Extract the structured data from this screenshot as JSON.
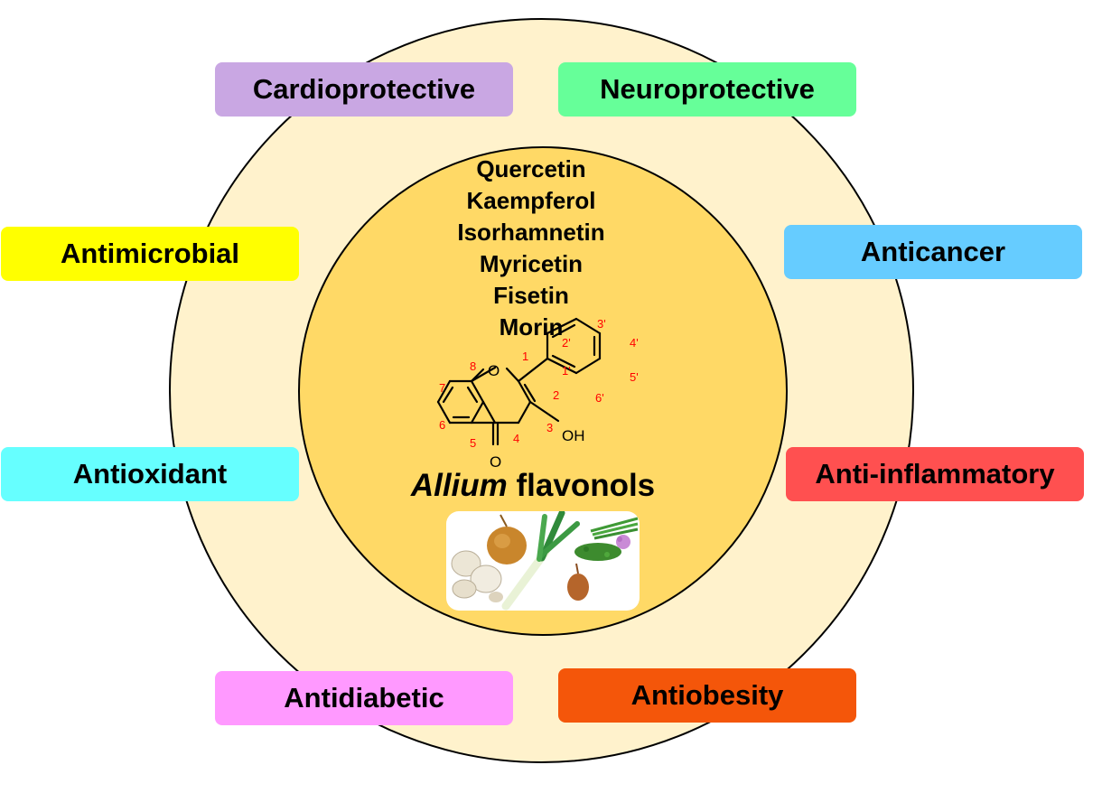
{
  "activities": {
    "cardioprotective": {
      "label": "Cardioprotective",
      "color": "#c9a7e3"
    },
    "neuroprotective": {
      "label": "Neuroprotective",
      "color": "#66ff99"
    },
    "antimicrobial": {
      "label": "Antimicrobial",
      "color": "#ffff00"
    },
    "anticancer": {
      "label": "Anticancer",
      "color": "#66ccff"
    },
    "antioxidant": {
      "label": "Antioxidant",
      "color": "#66ffff"
    },
    "anti_inflammatory": {
      "label": "Anti-inflammatory",
      "color": "#ff5050"
    },
    "antidiabetic": {
      "label": "Antidiabetic",
      "color": "#ff99ff"
    },
    "antiobesity": {
      "label": "Antiobesity",
      "color": "#f4560a"
    }
  },
  "compounds": [
    "Quercetin",
    "Kaempferol",
    "Isorhamnetin",
    "Myricetin",
    "Fisetin",
    "Morin"
  ],
  "structure": {
    "atom_numbers": [
      "1",
      "2",
      "3",
      "4",
      "5",
      "6",
      "7",
      "8",
      "1'",
      "2'",
      "3'",
      "4'",
      "5'",
      "6'"
    ],
    "oxygen_label": "O",
    "carbonyl_label": "O",
    "hydroxyl_label": "OH"
  },
  "caption": {
    "italic": "Allium",
    "rest": " flavonols"
  },
  "colors": {
    "outer_circle": "#fff2cc",
    "inner_circle": "#ffd966",
    "atom_number_color": "#ff0000"
  },
  "image": {
    "content": "onion, garlic, leek, shallot and chive photo",
    "icon": "allium-vegetables-photo"
  }
}
